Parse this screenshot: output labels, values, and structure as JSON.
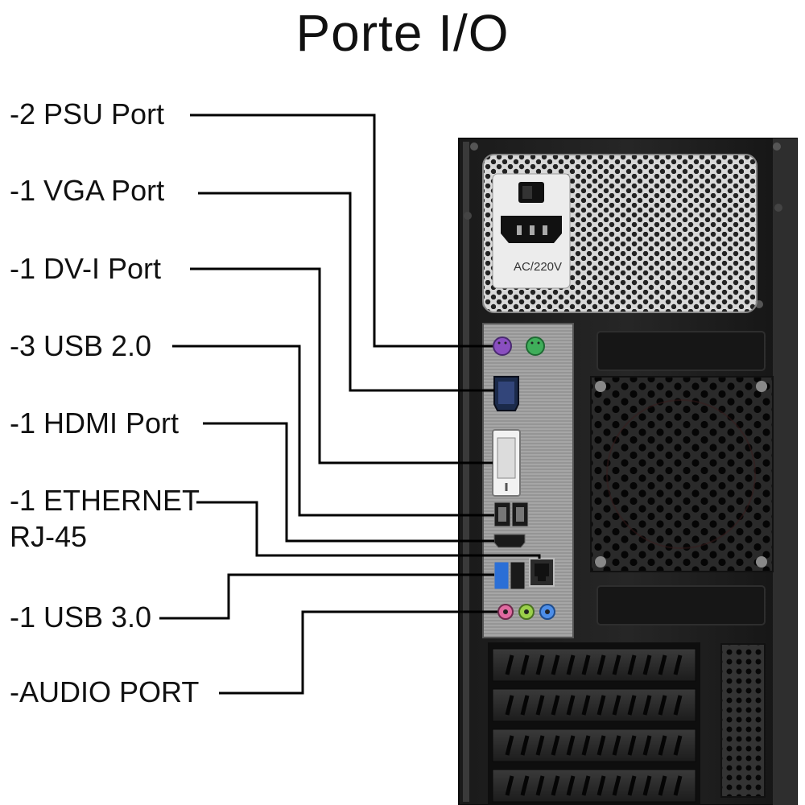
{
  "title": "Porte I/O",
  "psu_text": "AC/220V",
  "labels": [
    {
      "id": "psu",
      "text": "-2 PSU Port"
    },
    {
      "id": "vga",
      "text": "-1 VGA Port"
    },
    {
      "id": "dvi",
      "text": "-1 DV-I Port"
    },
    {
      "id": "usb2",
      "text": "-3 USB 2.0"
    },
    {
      "id": "hdmi",
      "text": "-1 HDMI Port"
    },
    {
      "id": "ethernet",
      "text": "-1 ETHERNET",
      "text2": "RJ-45"
    },
    {
      "id": "usb3",
      "text": "-1 USB 3.0"
    },
    {
      "id": "audio",
      "text": "-AUDIO PORT"
    }
  ],
  "colors": {
    "ps2_keyboard": "#8a4fc0",
    "ps2_mouse": "#3fae5a",
    "usb3_blue": "#2b6fd6",
    "audio_pink": "#e06aa0",
    "audio_green": "#9bd04a",
    "audio_blue": "#4d8ee8"
  }
}
